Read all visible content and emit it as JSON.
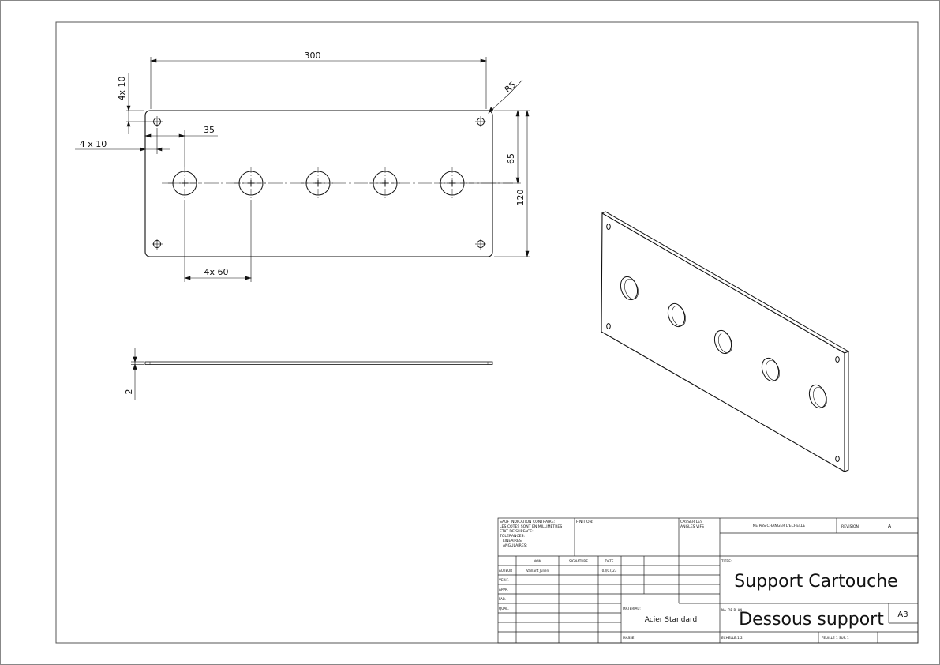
{
  "dimensions": {
    "width": "300",
    "radius": "R5",
    "hole_offset_y": "4x 10",
    "hole_offset_x": "4 x  10",
    "first_hole_x": "35",
    "center_height": "65",
    "height": "120",
    "spacing": "4x 60",
    "thickness": "2"
  },
  "title_block": {
    "general_notes": [
      "SAUF INDICATION CONTRAIRE:",
      "LES COTES SONT EN MILLIMETRES",
      "ETAT DE SURFACE:",
      "TOLERANCES:",
      "LINEAIRES:",
      "ANGULAIRES:"
    ],
    "finish_label": "FINITION:",
    "break_edges": [
      "CASSER LES",
      "ANGLES VIFS"
    ],
    "no_scale_label": "NE PAS CHANGER L'ECHELLE",
    "revision_label": "REVISION",
    "revision_value": "A",
    "col_nom": "NOM",
    "col_signature": "SIGNATURE",
    "col_date": "DATE",
    "row_labels": [
      "AUTEUR",
      "VERIF.",
      "APPR.",
      "FAB.",
      "QUAL."
    ],
    "author_name": "Vaillant Julien",
    "author_date": "03/07/23",
    "title_label": "TITRE:",
    "title": "Support Cartouche",
    "material_label": "MATERIAU:",
    "material": "Acier Standard",
    "drawing_no_label": "No. DE PLAN",
    "drawing_no": "Dessous support",
    "format": "A3",
    "mass_label": "MASSE:",
    "scale": "ECHELLE:1:2",
    "sheet": "FEUILLE 1 SUR 1"
  }
}
